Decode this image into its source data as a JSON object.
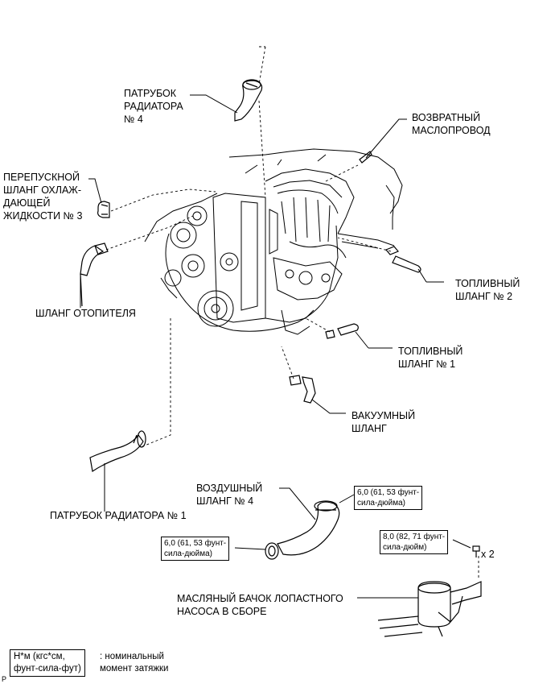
{
  "labels": {
    "radiator_hose_4": [
      "ПАТРУБОК",
      "РАДИАТОРА",
      "№ 4"
    ],
    "oil_return_line": [
      "ВОЗВРАТНЫЙ",
      "МАСЛОПРОВОД"
    ],
    "bypass_hose_3": [
      "ПЕРЕПУСКНОЙ",
      "ШЛАНГ ОХЛАЖ-",
      "ДАЮЩЕЙ",
      "ЖИДКОСТИ № 3"
    ],
    "fuel_hose_2": [
      "ТОПЛИВНЫЙ",
      "ШЛАНГ № 2"
    ],
    "heater_hose": "ШЛАНГ ОТОПИТЕЛЯ",
    "fuel_hose_1": [
      "ТОПЛИВНЫЙ",
      "ШЛАНГ № 1"
    ],
    "vacuum_hose": [
      "ВАКУУМНЫЙ",
      "ШЛАНГ"
    ],
    "radiator_hose_1": "ПАТРУБОК РАДИАТОРА № 1",
    "air_hose_4": [
      "ВОЗДУШНЫЙ",
      "ШЛАНГ № 4"
    ],
    "oil_reservoir": [
      "МАСЛЯНЫЙ БАЧОК ЛОПАСТНОГО",
      "НАСОСА В СБОРЕ"
    ]
  },
  "torque_boxes": {
    "air_hose_upper": [
      "6,0 (61, 53 фунт-",
      "сила-дюйма)"
    ],
    "air_hose_lower": [
      "6,0 (61, 53 фунт-",
      "сила-дюйма)"
    ],
    "reservoir_bolt": [
      "8,0 (82, 71 фунт-",
      "сила-дюйм)"
    ]
  },
  "bolt_qty": "x 2",
  "legend": {
    "box": [
      "Н*м (кгс*см,",
      "фунт-сила-фут)"
    ],
    "desc": [
      ": номинальный",
      "момент затяжки"
    ]
  },
  "corner_mark": "P"
}
